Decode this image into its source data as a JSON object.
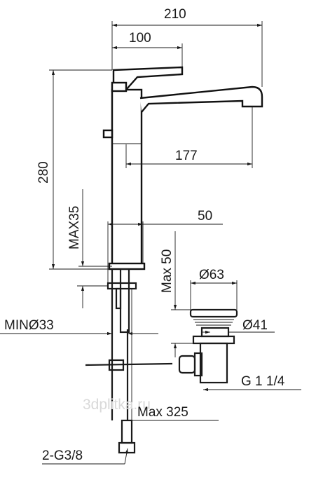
{
  "dimensions": {
    "width_total": "210",
    "width_handle": "100",
    "height_total": "280",
    "reach": "177",
    "max_deck": "MAX35",
    "body_width": "50",
    "drain_height": "Max 50",
    "drain_head_dia": "Ø63",
    "drain_neck_dia": "Ø41",
    "min_hole": "MINØ33",
    "drain_thread": "G 1 1/4",
    "rod_length": "Max 325",
    "supply_thread": "2-G3/8"
  },
  "watermark": "3dplitka.ru"
}
